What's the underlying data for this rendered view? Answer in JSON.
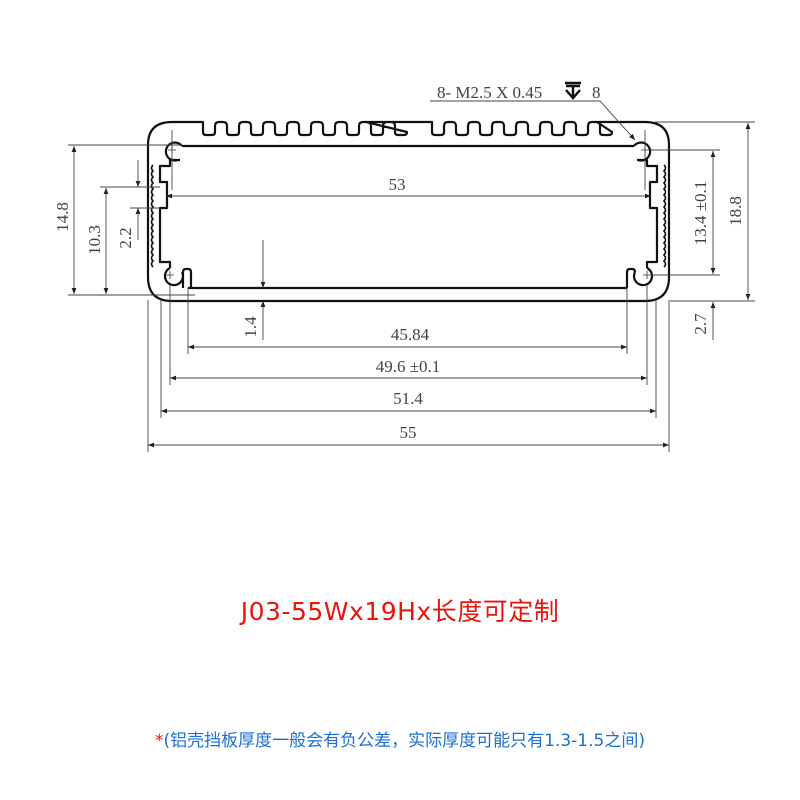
{
  "drawing": {
    "subject": "aluminum enclosure cross-section",
    "callout": {
      "prefix": "8- M2.5 X 0.45",
      "depth_symbol": "depth-icon",
      "depth": "8"
    },
    "dimensions": {
      "inner_width_top": "53",
      "bottom_inner_span": "45.84",
      "screw_center_span": "49.6 ±0.1",
      "outer_wall_span": "51.4",
      "overall_width": "55",
      "left_height_outer": "14.8",
      "left_height_slot": "10.3",
      "left_slot_width": "2.2",
      "bottom_wall": "1.4",
      "right_screw_pitch": "13.4 ±0.1",
      "overall_height": "18.8",
      "bottom_offset": "2.7"
    },
    "line_color": "#111111",
    "dim_color": "#444444"
  },
  "title": {
    "text": "J03-55Wx19Hx长度可定制",
    "color": "#e8150d"
  },
  "note": {
    "star": "*",
    "text": "(铝壳挡板厚度一般会有负公差，实际厚度可能只有1.3-1.5之间)",
    "color": "#1a6fd4"
  }
}
